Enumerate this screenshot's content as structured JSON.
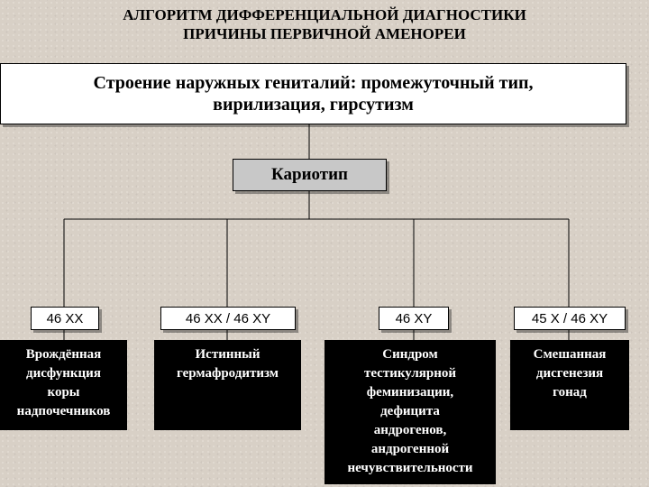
{
  "title": "АЛГОРИТМ ДИФФЕРЕНЦИАЛЬНОЙ ДИАГНОСТИКИ\nПРИЧИНЫ ПЕРВИЧНОЙ АМЕНОРЕИ",
  "root": "Строение наружных гениталий: промежуточный тип,\nвирилизация, гирсутизм",
  "karyotype": "Кариотип",
  "branches": [
    {
      "karyotype": "46 XX",
      "diagnosis": "Врождённая\nдисфункция\nкоры\nнадпочечников"
    },
    {
      "karyotype": "46 XX / 46 XY",
      "diagnosis": "Истинный\nгермафродитизм"
    },
    {
      "karyotype": "46 XY",
      "diagnosis": "Синдром\nтестикулярной\nфеминизации,\nдефицита\nандрогенов,\nандрогенной\nнечувствительности"
    },
    {
      "karyotype": "45 X / 46 XY",
      "diagnosis": "Смешанная\nдисгенезия\nгонад"
    }
  ]
}
